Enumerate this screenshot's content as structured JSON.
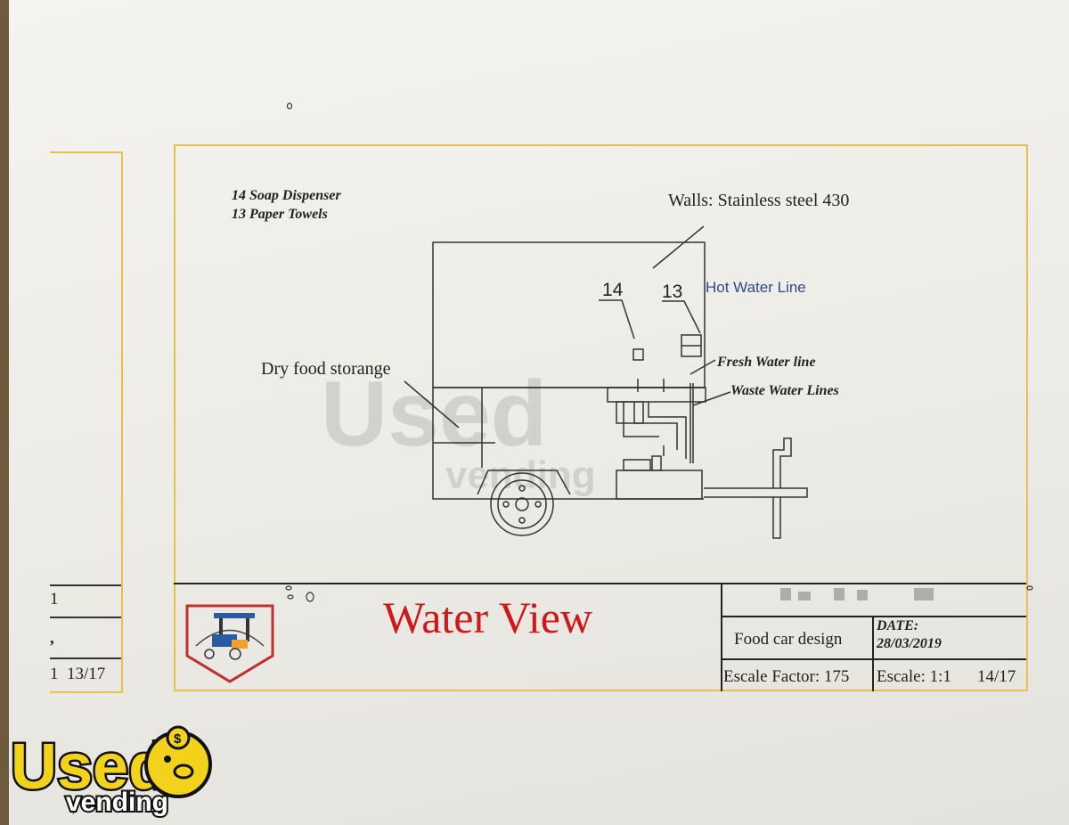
{
  "legend": {
    "line1": "14 Soap Dispenser",
    "line2": "13 Paper Towels"
  },
  "callouts": {
    "walls": "Walls: Stainless steel 430",
    "hot_water": "Hot Water Line",
    "fresh_water": "Fresh Water line",
    "waste_water": "Waste Water Lines",
    "dry_food": "Dry food storange",
    "num_14": "14",
    "num_13": "13"
  },
  "title_block": {
    "title": "Water View",
    "design_name": "Food car design",
    "date_label": "DATE:",
    "date_value": "28/03/2019",
    "scale_factor": "Escale Factor: 175",
    "scale": "Escale: 1:1",
    "page": "14/17"
  },
  "prev_sheet": {
    "row1": "1",
    "row2": ",",
    "page": "1  13/17"
  },
  "watermark": {
    "brand_top": "Used",
    "brand_bottom": "vending"
  },
  "colors": {
    "title_red": "#d01818",
    "frame_yellow": "#e6c24a",
    "hot_water_blue": "#2c4a8a",
    "logo_yellow": "#f3d21c"
  }
}
